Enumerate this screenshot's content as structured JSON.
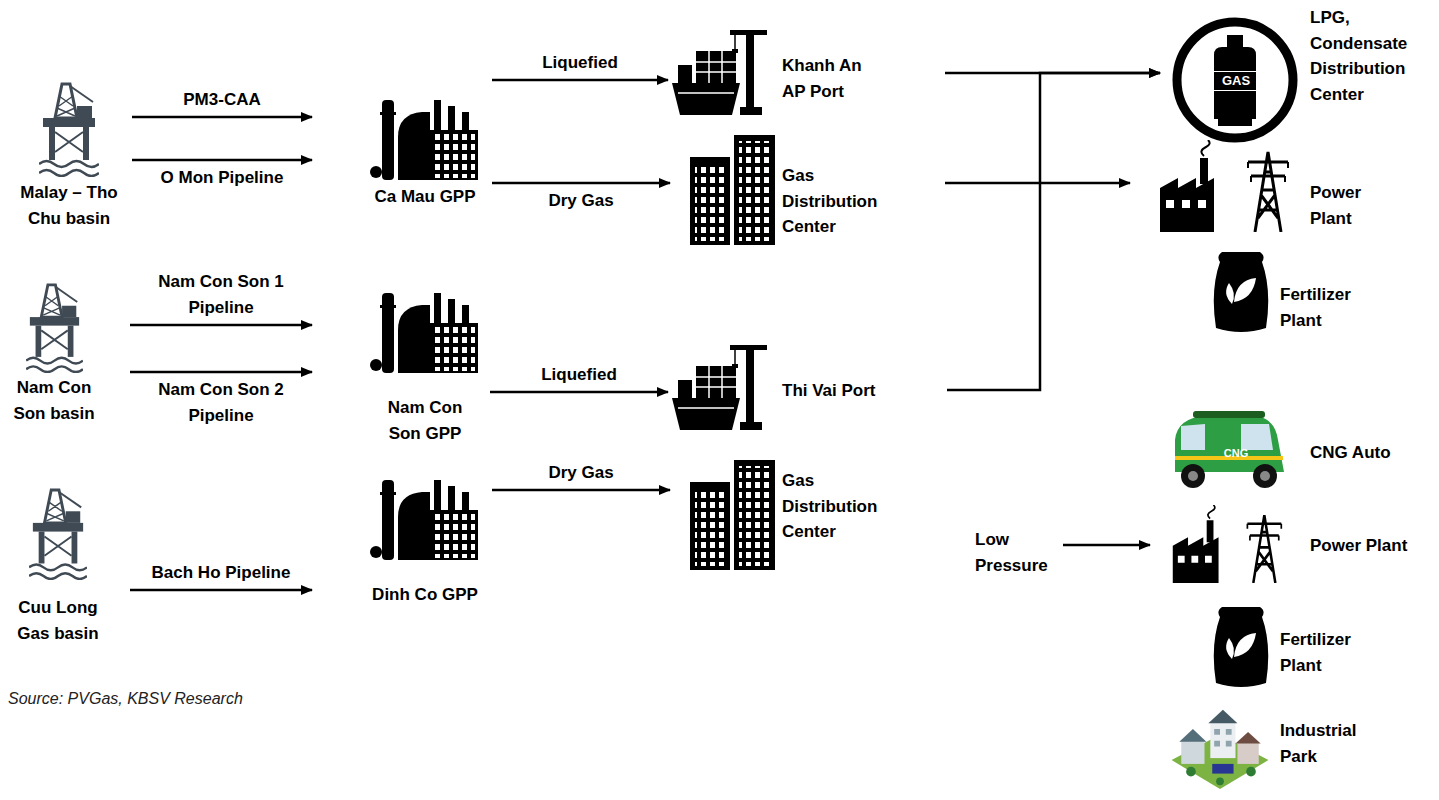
{
  "diagram": {
    "nodes": [
      {
        "text": [
          "Malay – Tho Chu basin"
        ]
      },
      {
        "text": [
          "Ca Mau GPP"
        ]
      },
      {
        "text": [
          "Khanh An AP Port"
        ]
      },
      {
        "text": [
          "Gas Distribution Center"
        ]
      },
      {
        "text": [
          "LPG, Condensate Distribution Center"
        ]
      },
      {
        "text": [
          "Power Plant"
        ]
      },
      {
        "text": [
          "Fertilizer Plant"
        ]
      },
      {
        "text": [
          "Nam Con Son basin"
        ]
      },
      {
        "text": [
          "Nam Con Son GPP"
        ]
      },
      {
        "text": [
          "Thi Vai Port"
        ]
      },
      {
        "text": [
          "Cuu Long Gas basin"
        ]
      },
      {
        "text": [
          "Dinh Co GPP"
        ]
      },
      {
        "text": [
          "Gas Distribution Center"
        ]
      },
      {
        "text": [
          "CNG Auto"
        ]
      },
      {
        "text": [
          "Power Plant"
        ]
      },
      {
        "text": [
          "Fertilizer Plant"
        ]
      },
      {
        "text": [
          "Industrial Park"
        ]
      }
    ],
    "edges": [
      {
        "from": 0,
        "to": 1,
        "label": "PM3-CAA",
        "arrow": "to"
      },
      {
        "from": 0,
        "to": 1,
        "label": "O Mon Pipeline",
        "arrow": "to"
      },
      {
        "from": 1,
        "to": 2,
        "label": "Liquefied",
        "arrow": "to"
      },
      {
        "from": 1,
        "to": 3,
        "label": "Dry Gas",
        "arrow": "to"
      },
      {
        "from": 2,
        "to": 4,
        "arrow": "to"
      },
      {
        "from": 3,
        "to": 5,
        "arrow": "to"
      },
      {
        "from": 7,
        "to": 8,
        "label": "Nam Con Son 1 Pipeline",
        "arrow": "to"
      },
      {
        "from": 7,
        "to": 8,
        "label": "Nam Con Son 2 Pipeline",
        "arrow": "to"
      },
      {
        "from": 8,
        "to": 9,
        "label": "Liquefied",
        "arrow": "to"
      },
      {
        "from": 9,
        "to": 4,
        "arrow": "to"
      },
      {
        "from": 10,
        "to": 11,
        "label": "Bach Ho Pipeline",
        "arrow": "to"
      },
      {
        "from": 11,
        "to": 12,
        "label": "Dry Gas",
        "arrow": "to"
      },
      {
        "from": 12,
        "to": 14,
        "label": "Low Pressure",
        "arrow": "to"
      }
    ],
    "labels": [
      "GAS",
      "CNG",
      "Source: PVGas, KBSV Research"
    ]
  }
}
